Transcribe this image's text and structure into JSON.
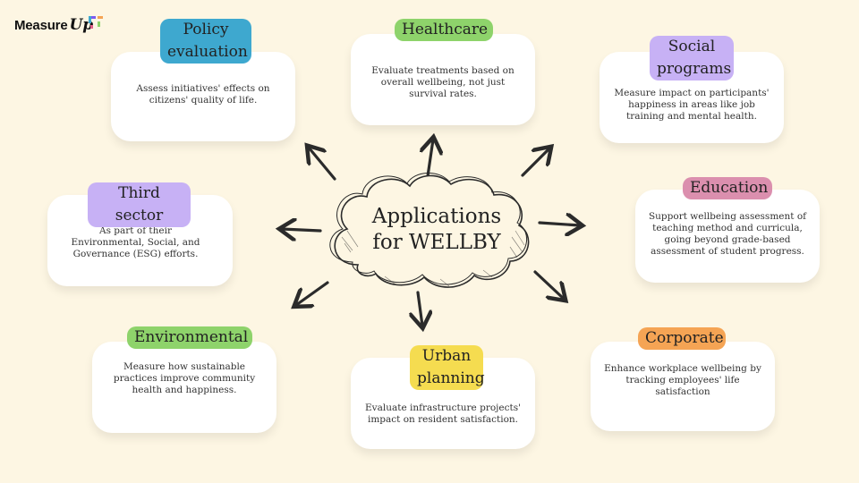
{
  "logo": {
    "text": "Measure",
    "accent": "Up"
  },
  "center": {
    "line1": "Applications",
    "line2": "for WELLBY"
  },
  "nodes": {
    "policy": {
      "title1": "Policy",
      "title2": "evaluation",
      "text": "Assess initiatives' effects on citizens' quality of life.",
      "color": "#3ea8cf"
    },
    "healthcare": {
      "title": "Healthcare",
      "text": "Evaluate treatments based on overall wellbeing, not just survival rates.",
      "color": "#8ed36b"
    },
    "social": {
      "title1": "Social",
      "title2": "programs",
      "text": "Measure impact on participants' happiness in areas like job training and mental health.",
      "color": "#c7b1f5"
    },
    "third": {
      "title": "Third sector",
      "text": "As part of their Environmental, Social, and Governance (ESG) efforts.",
      "color": "#c7b1f5"
    },
    "education": {
      "title": "Education",
      "text": "Support wellbeing assessment of teaching method and curricula, going beyond grade-based assessment of student progress.",
      "color": "#db8fae"
    },
    "environmental": {
      "title": "Environmental",
      "text": "Measure how sustainable practices improve community health and happiness.",
      "color": "#8ed36b"
    },
    "urban": {
      "title1": "Urban",
      "title2": "planning",
      "text": "Evaluate infrastructure projects' impact on resident satisfaction.",
      "color": "#f5dc50"
    },
    "corporate": {
      "title": "Corporate",
      "text": "Enhance workplace wellbeing by tracking employees' life satisfaction",
      "color": "#f5a454"
    }
  }
}
